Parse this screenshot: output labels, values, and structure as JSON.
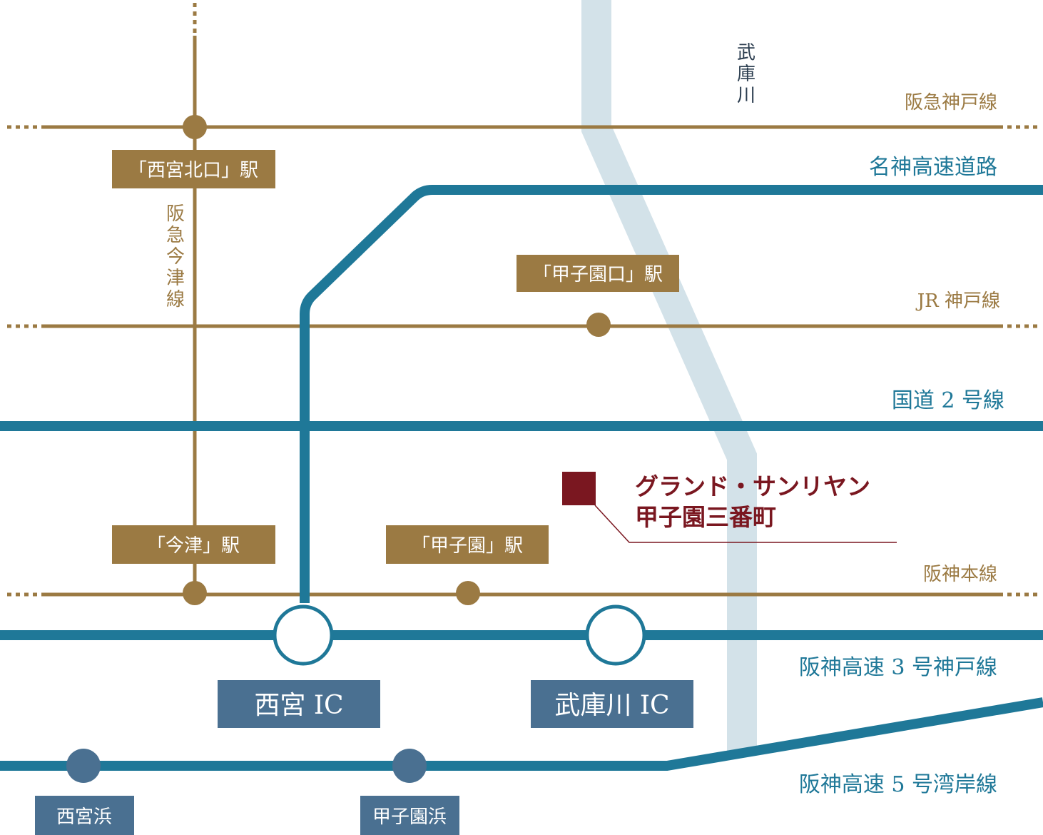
{
  "colors": {
    "gold": "#9b7a43",
    "teal": "#1f7898",
    "river": "#d3e2e9",
    "station_box": "#9b7a43",
    "ic_box": "#4a7091",
    "hama_box": "#4a7091",
    "hama_dot": "#4a7091",
    "marker": "#7a1720",
    "white": "#ffffff"
  },
  "rail_lines": {
    "hankyu_kobe": "阪急神戸線",
    "jr_kobe": "JR 神戸線",
    "hanshin_main": "阪神本線",
    "hankyu_imazu": "阪急今津線"
  },
  "roads": {
    "meishin": "名神高速道路",
    "route2": "国道 2 号線",
    "hanshin3": "阪神高速 3 号神戸線",
    "hanshin5": "阪神高速 5 号湾岸線"
  },
  "river": {
    "name": "武庫川"
  },
  "stations": {
    "nishinomiya_kitaguchi": "「西宮北口」駅",
    "koshienguchi": "「甲子園口」駅",
    "imazu": "「今津」駅",
    "koshien": "「甲子園」駅"
  },
  "interchanges": {
    "nishinomiya": "西宮 IC",
    "mukogawa": "武庫川 IC"
  },
  "hama_stops": {
    "nishinomiya_hama": "西宮浜",
    "koshien_hama": "甲子園浜"
  },
  "property": {
    "line1": "グランド・サンリヤン",
    "line2": "甲子園三番町"
  }
}
